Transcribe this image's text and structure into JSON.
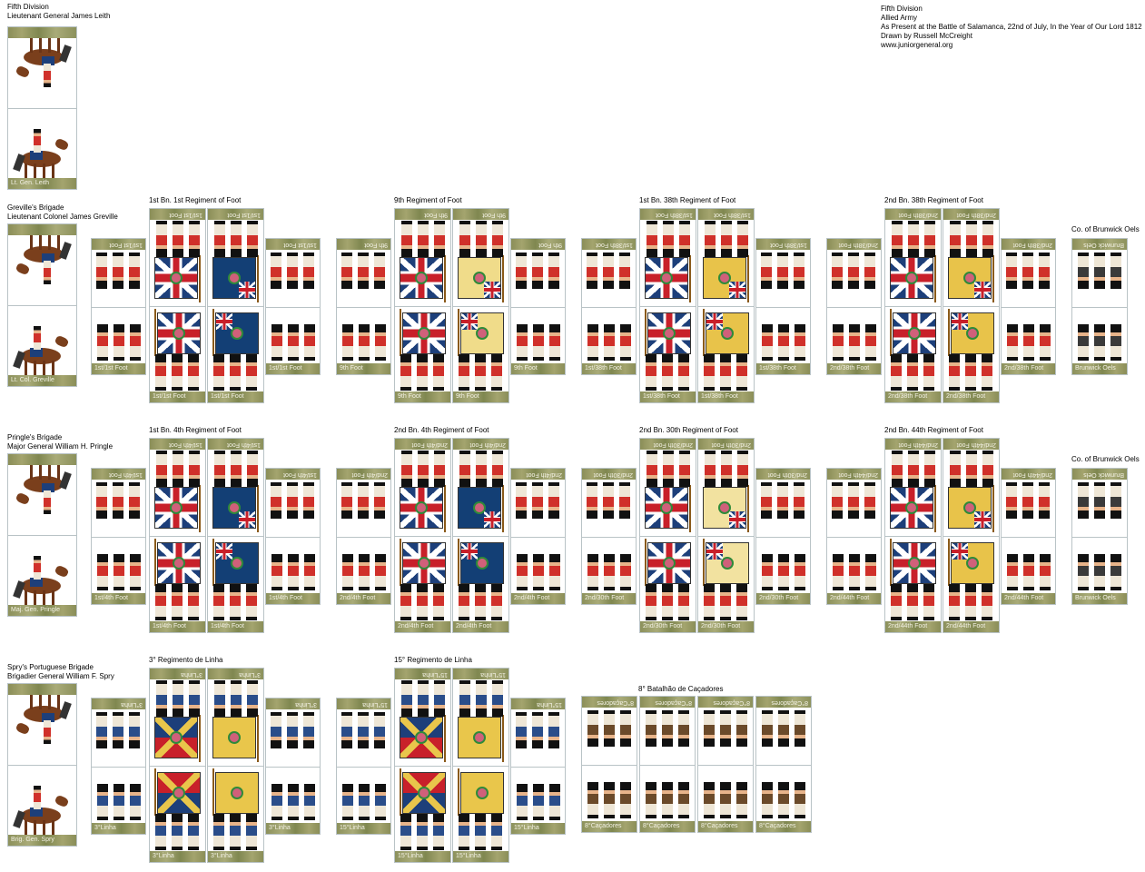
{
  "header": {
    "division": "Fifth Division",
    "army": "Allied Army",
    "battle": "As Present at the Battle of Salamanca, 22nd of July, In the Year of Our Lord 1812",
    "drawn_by": "Drawn by Russell McCreight",
    "website": "www.juniorgeneral.org"
  },
  "commander": {
    "division": "Fifth Division",
    "name": "Lieutenant General James Leith",
    "card_label": "Lt. Gen. Leith"
  },
  "colors": {
    "british_coat": "#d0302a",
    "portuguese_coat": "#2a4d8a",
    "brunswick_coat": "#3a3a3a",
    "cacadores_coat": "#6b4a2a",
    "union_blue": "#1d3f7a",
    "base_olive": "#8c915c"
  },
  "brigades": [
    {
      "name": "Greville's Brigade",
      "commander": "Lieutenant Colonel James Greville",
      "card_label": "Lt. Col. Greville",
      "coat": "#d0302a",
      "regiments": [
        {
          "title": "1st Bn. 1st Regiment of Foot",
          "label": "1st/1st Foot",
          "facing": "#133f75",
          "flag": "union"
        },
        {
          "title": "9th Regiment of Foot",
          "label": "9th Foot",
          "facing": "#f0dc8a",
          "flag": "union"
        },
        {
          "title": "1st Bn. 38th Regiment of Foot",
          "label": "1st/38th Foot",
          "facing": "#e8c34a",
          "flag": "union"
        },
        {
          "title": "2nd Bn. 38th Regiment of Foot",
          "label": "2nd/38th Foot",
          "facing": "#e8c34a",
          "flag": "union"
        }
      ],
      "extra": {
        "title": "Co. of Brunwick Oels",
        "label": "Brunwick Oels",
        "coat": "#3a3a3a"
      }
    },
    {
      "name": "Pringle's Brigade",
      "commander": "Major General William H. Pringle",
      "card_label": "Maj. Gen. Pringle",
      "coat": "#d0302a",
      "regiments": [
        {
          "title": "1st Bn. 4th Regiment of Foot",
          "label": "1st/4th Foot",
          "facing": "#133f75",
          "flag": "union"
        },
        {
          "title": "2nd Bn. 4th Regiment of Foot",
          "label": "2nd/4th Foot",
          "facing": "#133f75",
          "flag": "union"
        },
        {
          "title": "2nd Bn. 30th Regiment of Foot",
          "label": "2nd/30th Foot",
          "facing": "#f2e2a0",
          "flag": "union"
        },
        {
          "title": "2nd Bn. 44th Regiment of Foot",
          "label": "2nd/44th Foot",
          "facing": "#e8c34a",
          "flag": "union"
        }
      ],
      "extra": {
        "title": "Co. of Brunwick Oels",
        "label": "Brunwick Oels",
        "coat": "#3a3a3a"
      }
    },
    {
      "name": "Spry's Portuguese Brigade",
      "commander": "Brigadier General William F. Spry",
      "card_label": "Brig. Gen. Spry",
      "coat": "#2a4d8a",
      "regiments": [
        {
          "title": "3° Regimento de Linha",
          "label": "3°Linha",
          "facing": "#e9c64b",
          "flag": "portuguese"
        },
        {
          "title": "15° Regimento de Linha",
          "label": "15°Linha",
          "facing": "#e9c64b",
          "flag": "portuguese"
        }
      ],
      "cacadores": {
        "title": "8° Batalhão de Caçadores",
        "label": "8°Caçadores",
        "coat": "#6b4a2a",
        "cards": 4
      }
    }
  ]
}
